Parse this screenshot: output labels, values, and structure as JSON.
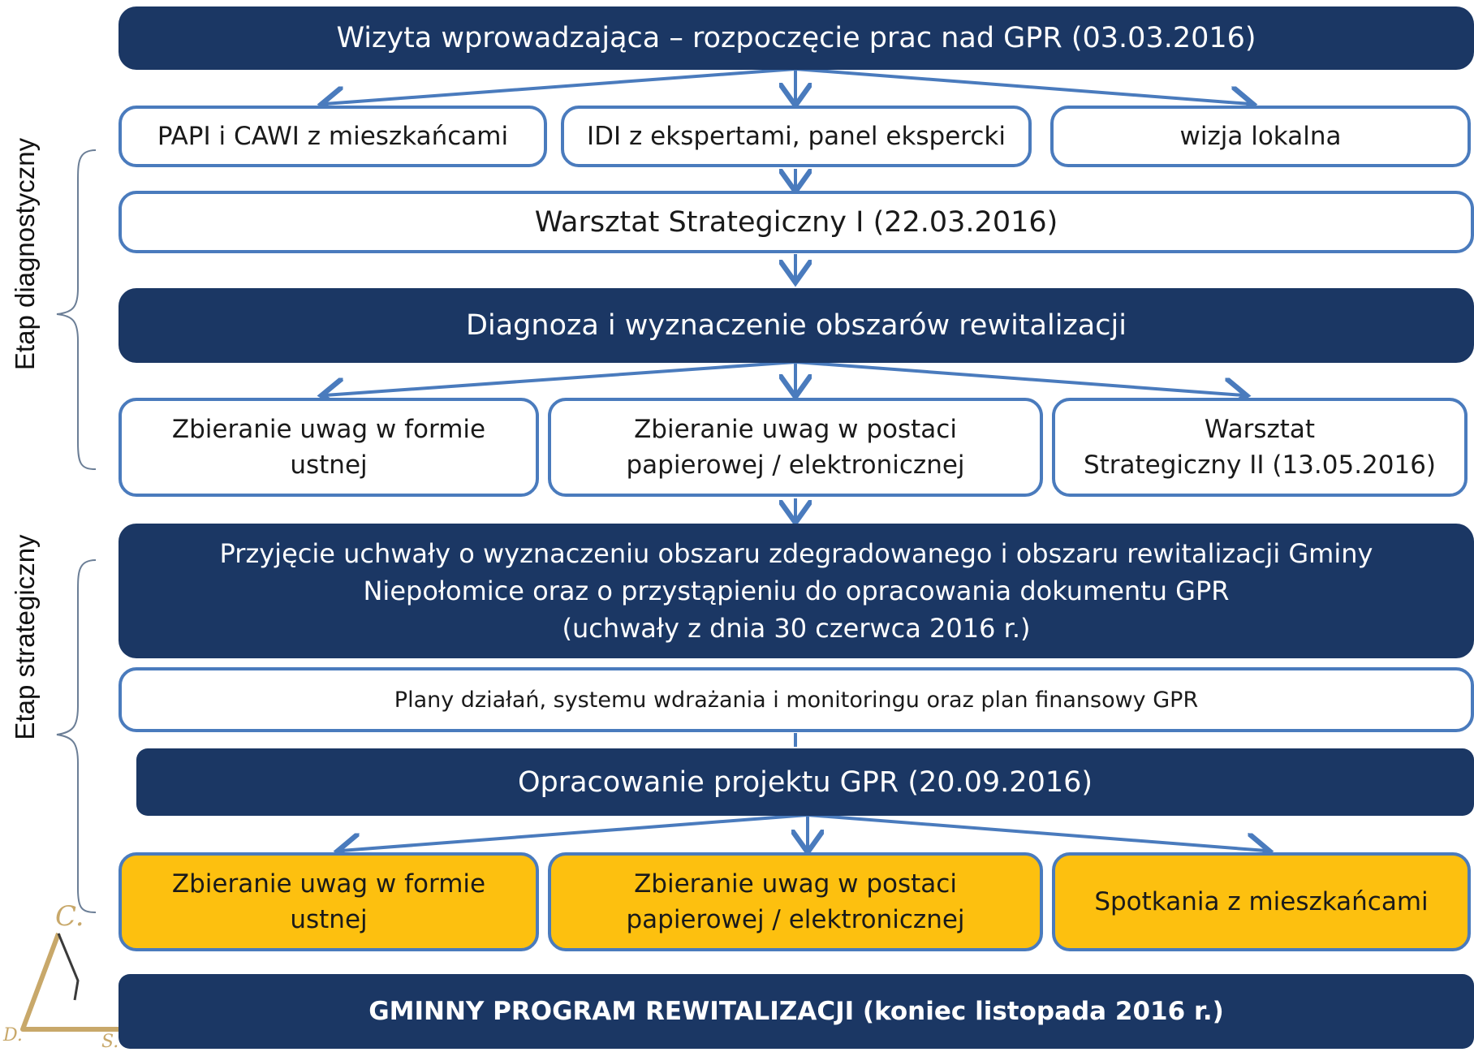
{
  "accent_colors": {
    "dark": "#1b3764",
    "arrow": "#4a7bbd",
    "highlight": "#fdc00f"
  },
  "side_labels": {
    "diagnostic": "Etap diagnostyczny",
    "strategic": "Etap strategiczny"
  },
  "boxes": {
    "intro_visit": "Wizyta wprowadzająca – rozpoczęcie prac nad GPR (03.03.2016)",
    "papi_cawi": "PAPI i CAWI z mieszkańcami",
    "idi_experts": "IDI z ekspertami, panel ekspercki",
    "local_visit": "wizja lokalna",
    "workshop_1": "Warsztat Strategiczny I (22.03.2016)",
    "diagnosis": "Diagnoza i wyznaczenie obszarów rewitalizacji",
    "oral_comments_1": {
      "line1": "Zbieranie uwag w formie",
      "line2": "ustnej"
    },
    "paper_comments_1": {
      "line1": "Zbieranie uwag w postaci",
      "line2": "papierowej / elektronicznej"
    },
    "workshop_2": {
      "line1": "Warsztat",
      "line2": "Strategiczny II (13.05.2016)"
    },
    "resolution": {
      "line1": "Przyjęcie uchwały o wyznaczeniu obszaru zdegradowanego i obszaru rewitalizacji Gminy",
      "line2": "Niepołomice oraz o przystąpieniu do opracowania dokumentu GPR",
      "line3": "(uchwały z dnia 30 czerwca 2016 r.)"
    },
    "action_plans": "Plany działań,  systemu wdrażania i monitoringu oraz plan finansowy GPR",
    "draft_gpr": "Opracowanie projektu GPR (20.09.2016)",
    "oral_comments_2": {
      "line1": "Zbieranie uwag w formie",
      "line2": "ustnej"
    },
    "paper_comments_2": {
      "line1": "Zbieranie uwag w postaci",
      "line2": "papierowej / elektronicznej"
    },
    "resident_meetings": "Spotkania z mieszkańcami",
    "final_program": "GMINNY PROGRAM REWITALIZACJI (koniec listopada 2016 r.)"
  },
  "logo": {
    "letters": [
      "C.",
      "D.",
      "S."
    ]
  }
}
